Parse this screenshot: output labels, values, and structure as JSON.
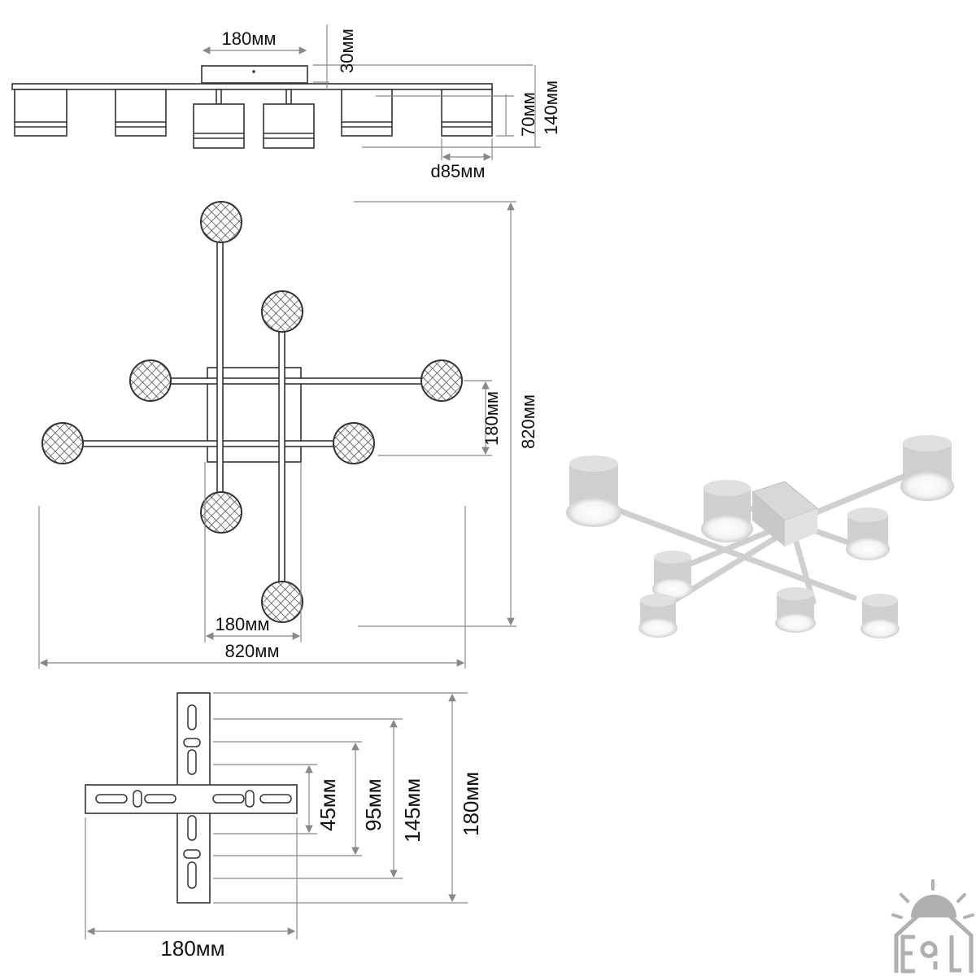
{
  "side_view": {
    "canopy_width": "180мм",
    "canopy_height": "30мм",
    "shade_height": "70мм",
    "total_height": "140мм",
    "shade_diameter": "d85мм"
  },
  "top_view": {
    "mount_height": "180мм",
    "total_depth": "820мм",
    "mount_width": "180мм",
    "total_width": "820мм"
  },
  "mount_plate": {
    "slot_45": "45мм",
    "slot_95": "95мм",
    "slot_145": "145мм",
    "height": "180мм",
    "width": "180мм"
  },
  "logo": {
    "text": "ESL"
  },
  "colors": {
    "line": "#333333",
    "dimension": "#888888",
    "product": "#d9d9d9"
  }
}
